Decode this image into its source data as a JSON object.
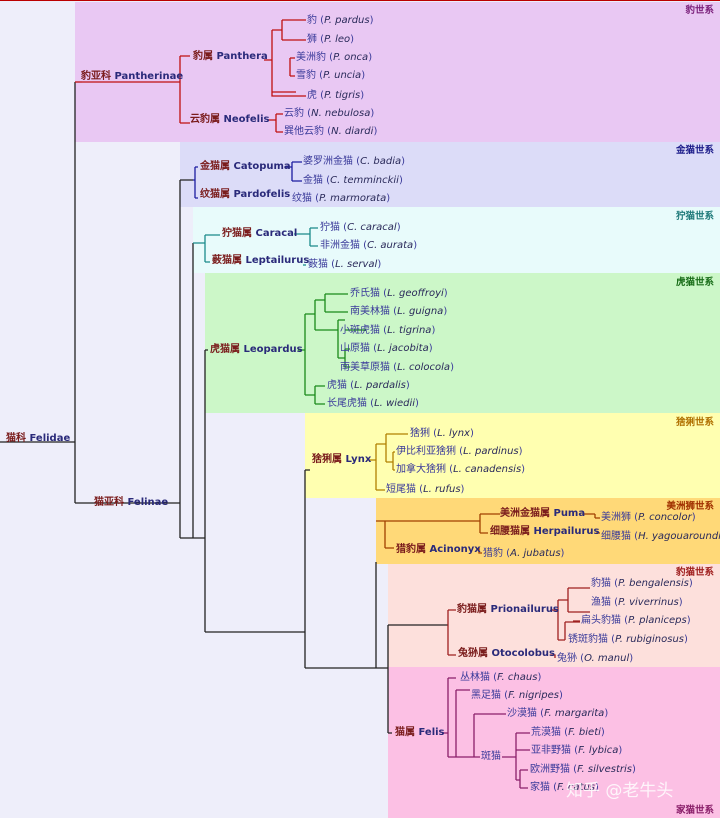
{
  "root": {
    "cn": "猫科",
    "en": "Felidae"
  },
  "subfamilies": [
    {
      "cn": "豹亚科",
      "en": "Pantherinae"
    },
    {
      "cn": "猫亚科",
      "en": "Felinae"
    }
  ],
  "lineages": [
    {
      "label": "豹世系",
      "color": "#e9c8f3",
      "text_color": "#7a1f7a"
    },
    {
      "label": "金猫世系",
      "color": "#dcdcf8",
      "text_color": "#1c1c8a"
    },
    {
      "label": "狞猫世系",
      "color": "#e8fbfb",
      "text_color": "#1f7a7a"
    },
    {
      "label": "虎猫世系",
      "color": "#ccf7c8",
      "text_color": "#1a6e1a"
    },
    {
      "label": "猞猁世系",
      "color": "#ffffb0",
      "text_color": "#b07000"
    },
    {
      "label": "美洲狮世系",
      "color": "#ffd978",
      "text_color": "#a03000"
    },
    {
      "label": "豹猫世系",
      "color": "#fde0dc",
      "text_color": "#a02020"
    },
    {
      "label": "家猫世系",
      "color": "#fcc0e4",
      "text_color": "#8a1f6a"
    }
  ],
  "genera": [
    {
      "cn": "豹属",
      "en": "Panthera"
    },
    {
      "cn": "云豹属",
      "en": "Neofelis"
    },
    {
      "cn": "金猫属",
      "en": "Catopuma"
    },
    {
      "cn": "纹猫属",
      "en": "Pardofelis"
    },
    {
      "cn": "狞猫属",
      "en": "Caracal"
    },
    {
      "cn": "薮猫属",
      "en": "Leptailurus"
    },
    {
      "cn": "虎猫属",
      "en": "Leopardus"
    },
    {
      "cn": "猞猁属",
      "en": "Lynx"
    },
    {
      "cn": "美洲金猫属",
      "en": "Puma"
    },
    {
      "cn": "细腰猫属",
      "en": "Herpailurus"
    },
    {
      "cn": "猎豹属",
      "en": "Acinonyx"
    },
    {
      "cn": "豹猫属",
      "en": "Prionailurus"
    },
    {
      "cn": "兔狲属",
      "en": "Otocolobus"
    },
    {
      "cn": "猫属",
      "en": "Felis"
    }
  ],
  "species": [
    {
      "cn": "豹",
      "sci": "P. pardus"
    },
    {
      "cn": "狮",
      "sci": "P. leo"
    },
    {
      "cn": "美洲豹",
      "sci": "P. onca"
    },
    {
      "cn": "雪豹",
      "sci": "P. uncia"
    },
    {
      "cn": "虎",
      "sci": "P. tigris"
    },
    {
      "cn": "云豹",
      "sci": "N. nebulosa"
    },
    {
      "cn": "巽他云豹",
      "sci": "N. diardi"
    },
    {
      "cn": "婆罗洲金猫",
      "sci": "C. badia"
    },
    {
      "cn": "金猫",
      "sci": "C. temminckii"
    },
    {
      "cn": "纹猫",
      "sci": "P. marmorata"
    },
    {
      "cn": "狞猫",
      "sci": "C. caracal"
    },
    {
      "cn": "非洲金猫",
      "sci": "C. aurata"
    },
    {
      "cn": "薮猫",
      "sci": "L. serval"
    },
    {
      "cn": "乔氏猫",
      "sci": "L. geoffroyi"
    },
    {
      "cn": "南美林猫",
      "sci": "L. guigna"
    },
    {
      "cn": "小斑虎猫",
      "sci": "L. tigrina"
    },
    {
      "cn": "山原猫",
      "sci": "L. jacobita"
    },
    {
      "cn": "南美草原猫",
      "sci": "L. colocola"
    },
    {
      "cn": "虎猫",
      "sci": "L. pardalis"
    },
    {
      "cn": "长尾虎猫",
      "sci": "L. wiedii"
    },
    {
      "cn": "猞猁",
      "sci": "L. lynx"
    },
    {
      "cn": "伊比利亚猞猁",
      "sci": "L. pardinus"
    },
    {
      "cn": "加拿大猞猁",
      "sci": "L. canadensis"
    },
    {
      "cn": "短尾猫",
      "sci": "L. rufus"
    },
    {
      "cn": "美洲狮",
      "sci": "P. concolor"
    },
    {
      "cn": "细腰猫",
      "sci": "H. yagouaroundi"
    },
    {
      "cn": "猎豹",
      "sci": "A. jubatus"
    },
    {
      "cn": "豹猫",
      "sci": "P. bengalensis"
    },
    {
      "cn": "渔猫",
      "sci": "P. viverrinus"
    },
    {
      "cn": "扁头豹猫",
      "sci": "P. planiceps"
    },
    {
      "cn": "锈斑豹猫",
      "sci": "P. rubiginosus"
    },
    {
      "cn": "兔狲",
      "sci": "O. manul"
    },
    {
      "cn": "丛林猫",
      "sci": "F. chaus"
    },
    {
      "cn": "黑足猫",
      "sci": "F. nigripes"
    },
    {
      "cn": "沙漠猫",
      "sci": "F. margarita"
    },
    {
      "cn": "荒漠猫",
      "sci": "F. bieti"
    },
    {
      "cn": "亚非野猫",
      "sci": "F. lybica"
    },
    {
      "cn": "欧洲野猫",
      "sci": "F. silvestris"
    },
    {
      "cn": "家猫",
      "sci": "F. catus"
    }
  ],
  "clades": [
    {
      "label": "斑猫"
    }
  ],
  "watermark": "知乎 @老牛头"
}
